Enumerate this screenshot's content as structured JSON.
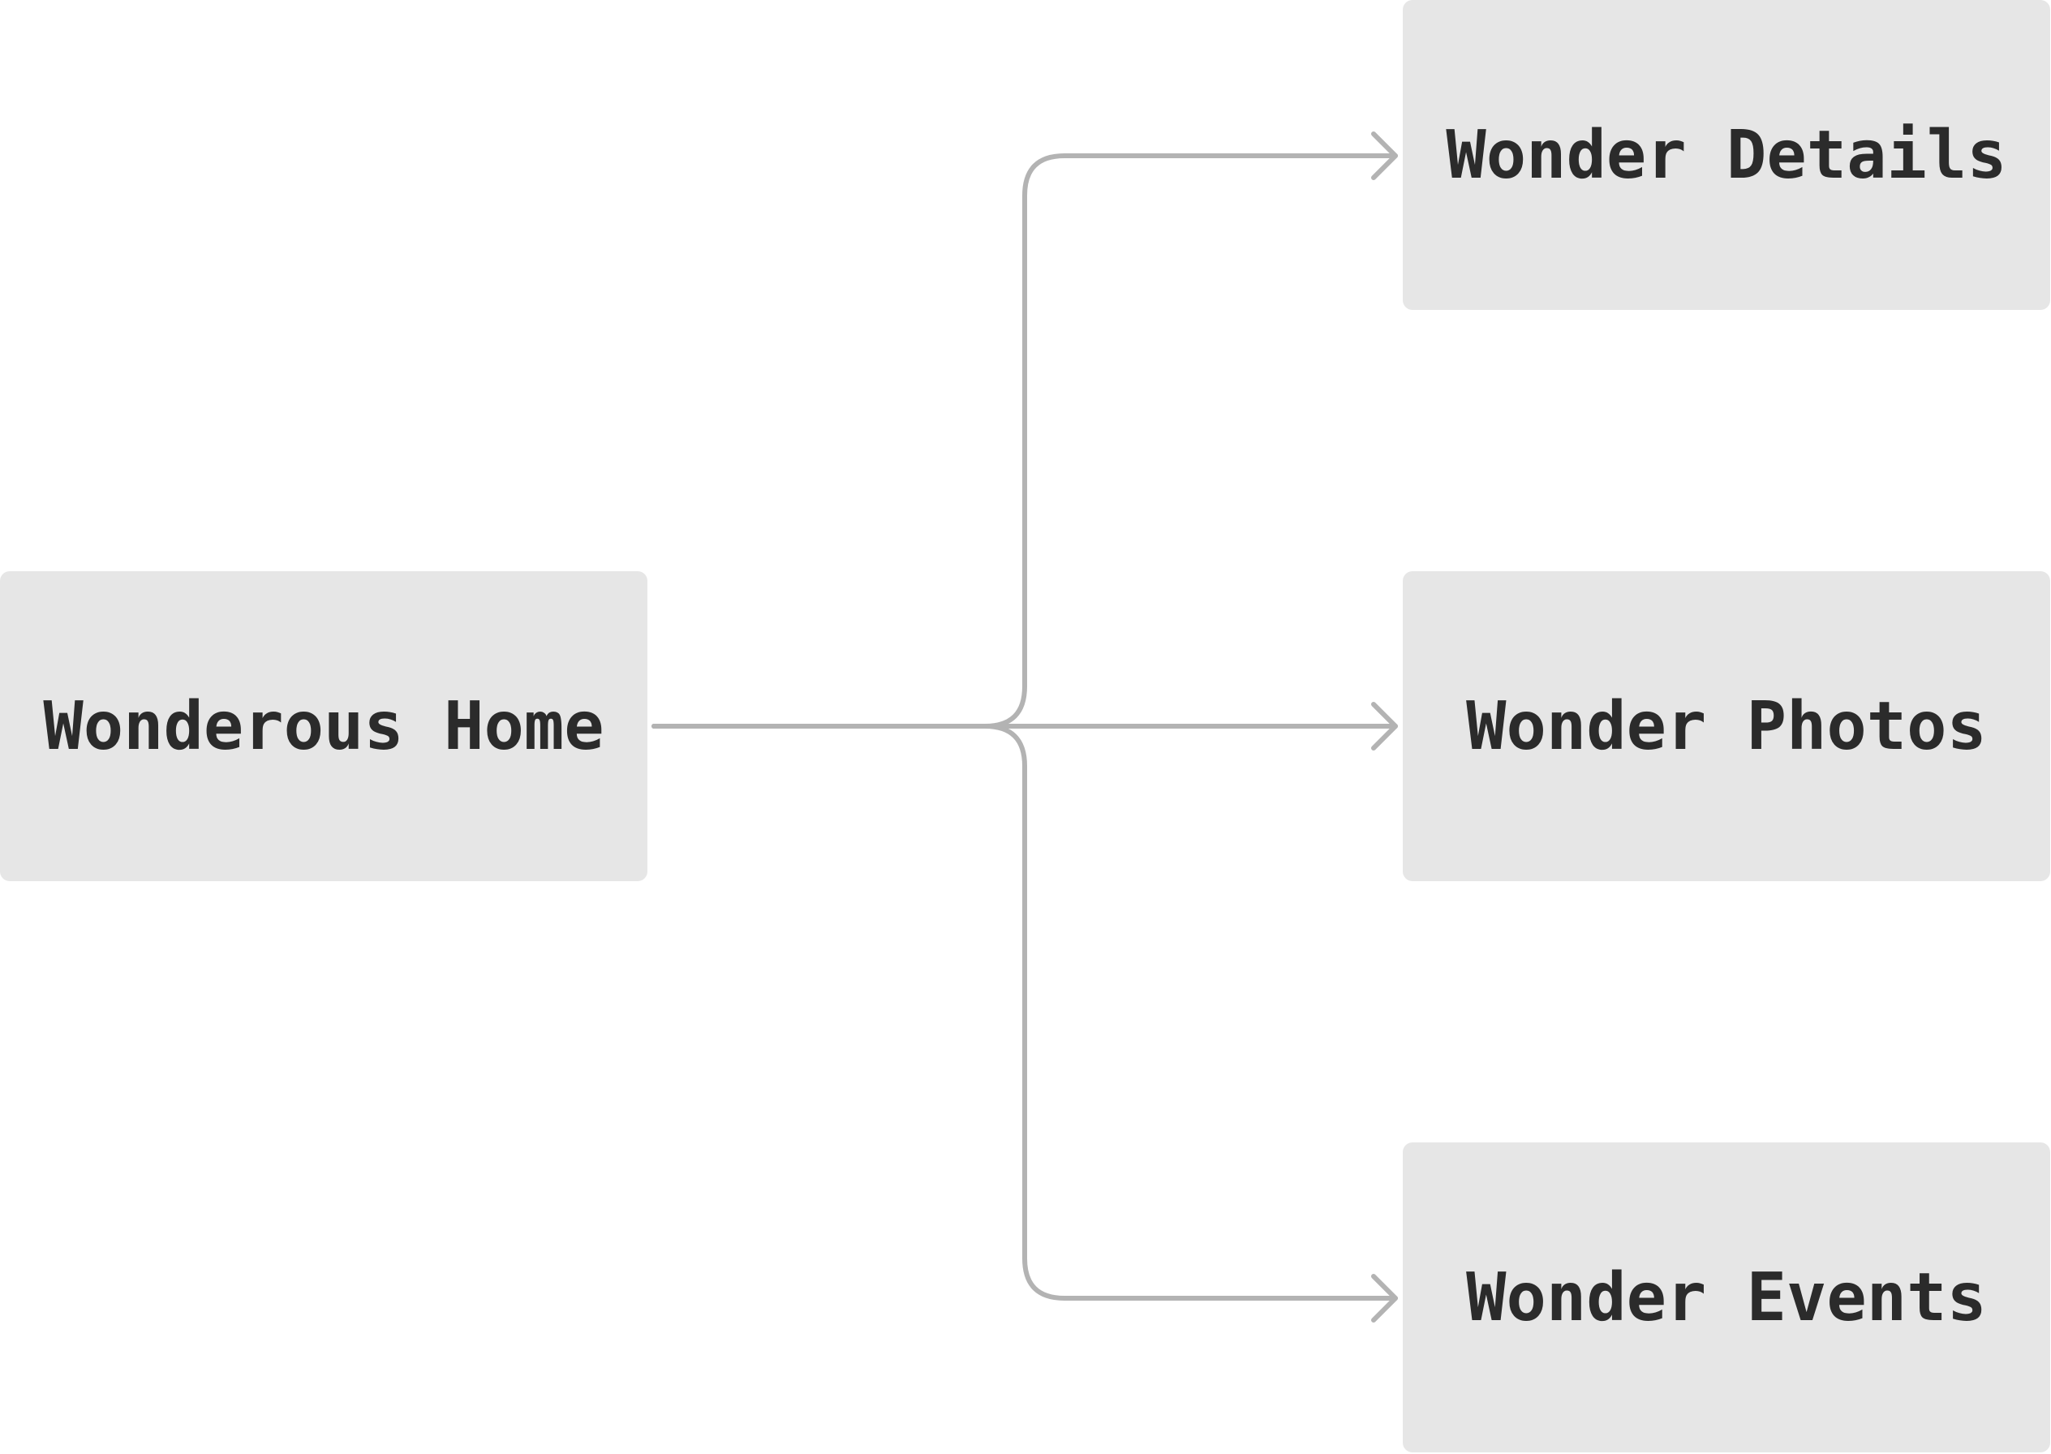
{
  "diagram": {
    "nodes": {
      "home": {
        "label": "Wonderous Home"
      },
      "details": {
        "label": "Wonder Details"
      },
      "photos": {
        "label": "Wonder Photos"
      },
      "events": {
        "label": "Wonder Events"
      }
    },
    "edges": [
      {
        "from": "home",
        "to": "details"
      },
      {
        "from": "home",
        "to": "photos"
      },
      {
        "from": "home",
        "to": "events"
      }
    ],
    "colors": {
      "node_fill": "#e6e6e6",
      "node_text": "#2b2b2b",
      "connector": "#b3b3b3",
      "background": "#ffffff"
    }
  }
}
